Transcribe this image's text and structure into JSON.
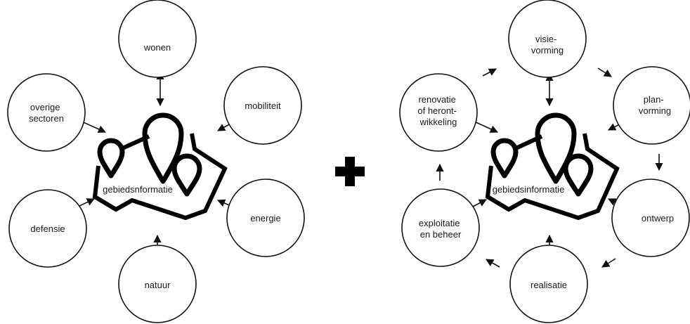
{
  "left": {
    "center_label": "gebiedsnformatie",
    "nodes": {
      "wonen": [
        "wonen"
      ],
      "mobiliteit": [
        "mobiliteit"
      ],
      "energie": [
        "energie"
      ],
      "natuur": [
        "natuur"
      ],
      "defensie": [
        "defensie"
      ],
      "overige": [
        "overige",
        "sectoren"
      ]
    }
  },
  "right": {
    "center_label": "gebiedsinformatie",
    "nodes": {
      "visievorming": [
        "visie-",
        "vorming"
      ],
      "planvorming": [
        "plan-",
        "vorming"
      ],
      "ontwerp": [
        "ontwerp"
      ],
      "realisatie": [
        "realisatie"
      ],
      "exploitatie": [
        "exploitatie",
        "en beheer"
      ],
      "renovatie": [
        "renovatie",
        "of heront-",
        "wikkeling"
      ]
    }
  },
  "colors": {
    "stroke": "#111111",
    "background": "#ffffff"
  },
  "icons": [
    "plus-icon",
    "map-pins-icon"
  ]
}
